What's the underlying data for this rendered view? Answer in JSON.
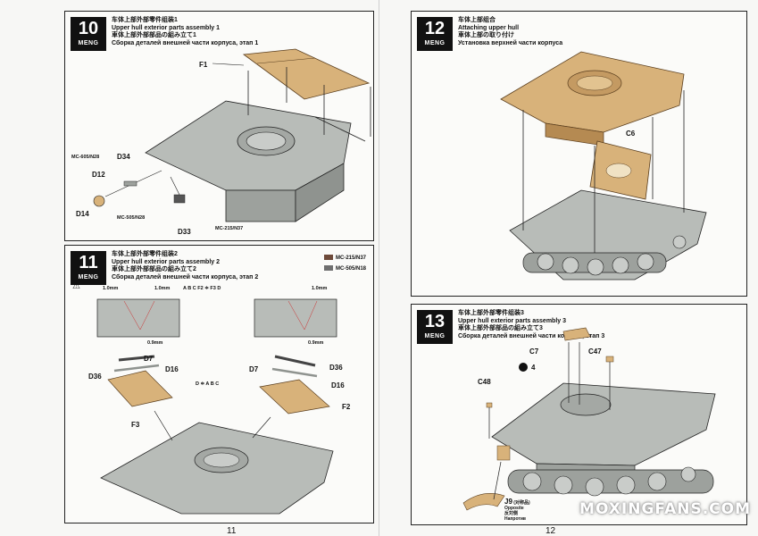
{
  "colors": {
    "hull_gray": "#b8bcb8",
    "hull_dark": "#8f938f",
    "tan": "#d8b27a",
    "tan_dark": "#b58a52",
    "line": "#222222"
  },
  "step10": {
    "number": "10",
    "brand": "MENG",
    "title_cn": "车体上部外部零件组装1",
    "title_en": "Upper hull exterior parts assembly 1",
    "title_jp": "車体上部外部部品の組み立て1",
    "title_ru": "Сборка деталей внешней части корпуса, этап 1",
    "labels": {
      "f1": "F1",
      "mc605": "MC-605/N28",
      "d34": "D34",
      "d12": "D12",
      "d14": "D14",
      "mc505": "MC-505/N28",
      "d33": "D33",
      "mc215": "MC-215/N37"
    }
  },
  "step11": {
    "number": "11",
    "brand": "MENG",
    "title_cn": "车体上部外部零件组装2",
    "title_en": "Upper hull exterior parts assembly 2",
    "title_jp": "車体上部外部部品の組み立て2",
    "title_ru": "Сборка деталей внешней части корпуса, этап 2",
    "legend": [
      {
        "code": "MC-215/N37",
        "color": "#6e4a3a"
      },
      {
        "code": "MC-505/N18",
        "color": "#6f6f6f"
      }
    ],
    "drill_a": "1.0mm",
    "drill_b": "1.0mm",
    "drill_c": "1.0mm",
    "drill_d": "0.9mm",
    "drill_e": "0.9mm",
    "seq_a": "A B C F2 ≑ F3 D",
    "seq_b": "D ≑ A B C",
    "labels": {
      "d7a": "D7",
      "d36a": "D36",
      "d16a": "D16",
      "f3": "F3",
      "d7b": "D7",
      "d36b": "D36",
      "d16b": "D16",
      "f2": "F2"
    }
  },
  "step12": {
    "number": "12",
    "brand": "MENG",
    "title_cn": "车体上部组合",
    "title_en": "Attaching upper hull",
    "title_jp": "車体上部の取り付け",
    "title_ru": "Установка верхней части корпуса",
    "labels": {
      "c6": "C6"
    }
  },
  "step13": {
    "number": "13",
    "brand": "MENG",
    "title_cn": "车体上部外部零件组装3",
    "title_en": "Upper hull exterior parts assembly 3",
    "title_jp": "車体上部外部部品の組み立て3",
    "title_ru": "Сборка деталей внешней части корпуса, этап 3",
    "labels": {
      "c7": "C7",
      "w4": "4",
      "c47": "C47",
      "c48": "C48",
      "j9": "J9",
      "j9_cn": "(对称品)",
      "j9_en": "Opposite",
      "j9_jp": "反対側",
      "j9_ru": "Напротив"
    }
  },
  "pages": {
    "left": "11",
    "right": "12"
  },
  "watermark": "MOXINGFANS.COM"
}
